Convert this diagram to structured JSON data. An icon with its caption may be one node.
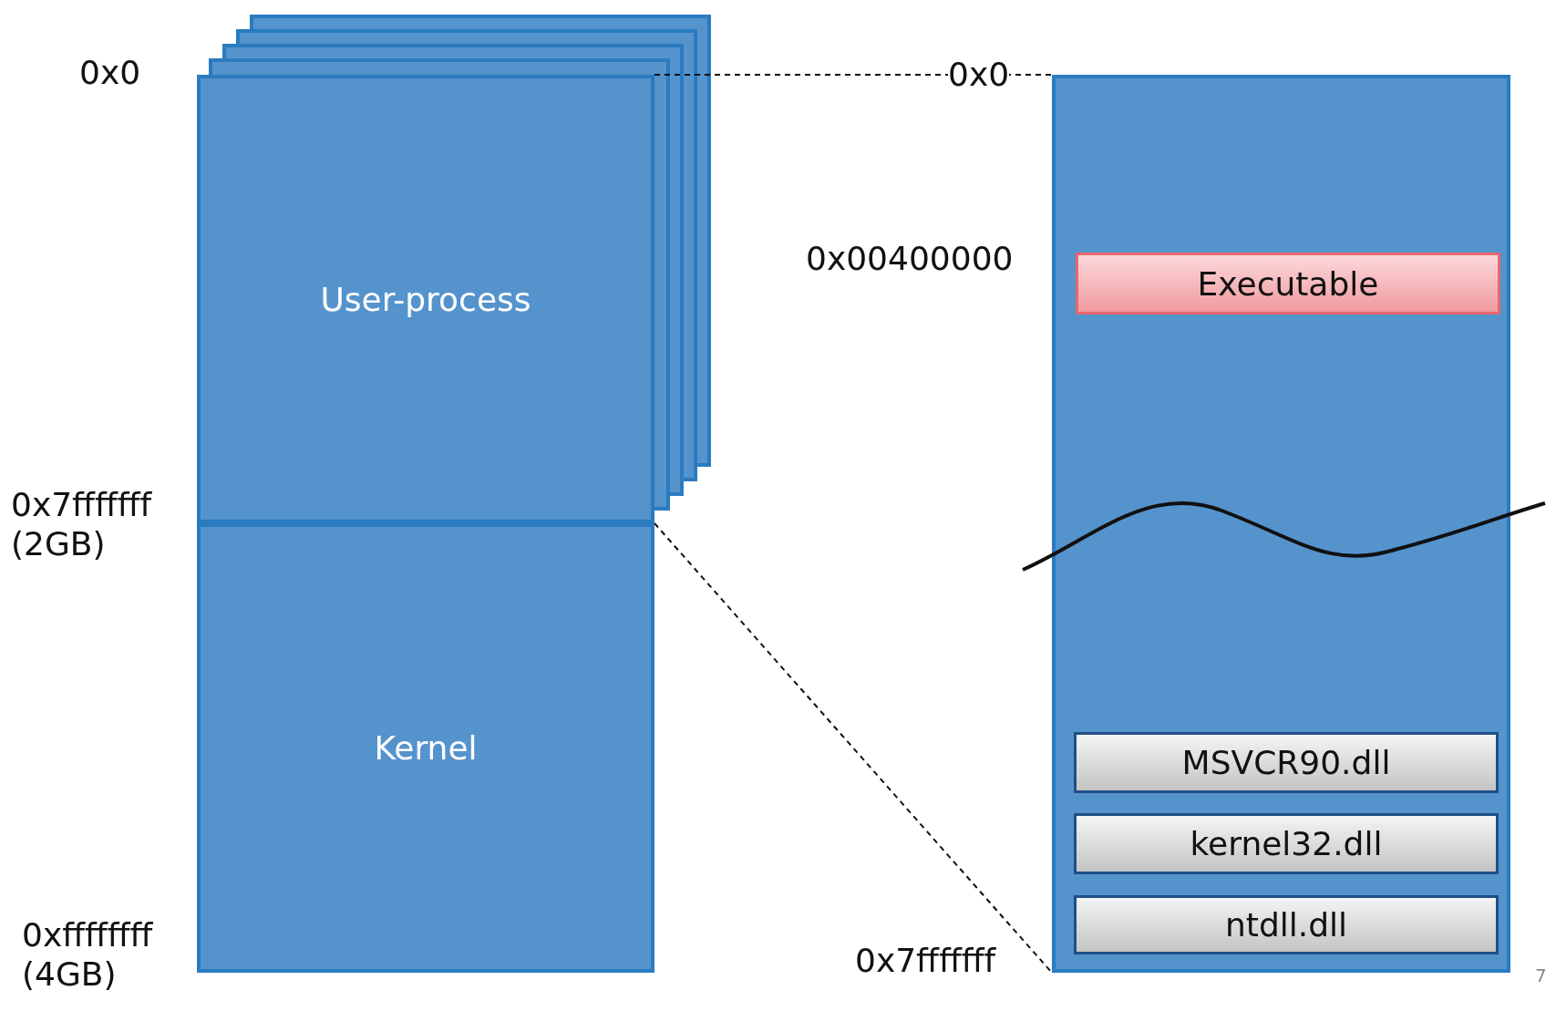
{
  "diagram": {
    "nodes": [
      {
        "text": [
          "User-process"
        ]
      },
      {
        "text": [
          "Kernel"
        ]
      },
      {
        "text": [],
        "shape": "box"
      },
      {
        "text": [
          "Executable"
        ],
        "in": 2
      },
      {
        "text": [
          "MSVCR90.dll"
        ],
        "in": 2
      },
      {
        "text": [
          "kernel32.dll"
        ],
        "in": 2
      },
      {
        "text": [
          "ntdll.dll"
        ],
        "in": 2
      }
    ],
    "edges": [
      {
        "from": 0,
        "to": 2,
        "arrow": "none",
        "style": "dashed"
      },
      {
        "from": 0,
        "to": 2,
        "arrow": "none",
        "style": "dashed"
      }
    ],
    "labels": [
      "0x0",
      "0x0",
      "0x00400000",
      "0x7fffffff (2GB)",
      "0xffffffff (4GB)",
      "0x7fffffff",
      "7"
    ]
  }
}
